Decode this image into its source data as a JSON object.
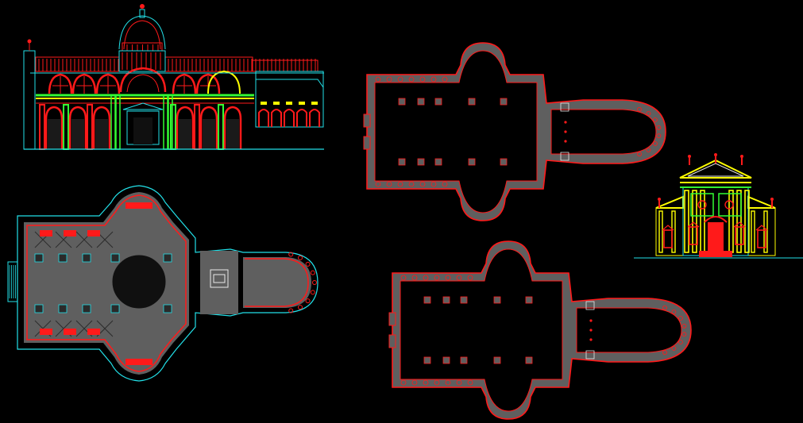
{
  "palette": {
    "background": "#000000",
    "red": "#ff1a1a",
    "cyan": "#22e0e8",
    "yellow": "#ffff00",
    "green": "#33ff33",
    "grey": "#5f5f5f",
    "white": "#e8e8e8",
    "dark": "#101010"
  },
  "drawings": [
    {
      "id": "section-elevation",
      "kind": "longitudinal-section"
    },
    {
      "id": "detailed-floor-plan",
      "kind": "floor-plan"
    },
    {
      "id": "outline-plan-top",
      "kind": "floor-plan-outline"
    },
    {
      "id": "outline-plan-bottom",
      "kind": "floor-plan-outline"
    },
    {
      "id": "front-facade",
      "kind": "facade-elevation"
    }
  ]
}
